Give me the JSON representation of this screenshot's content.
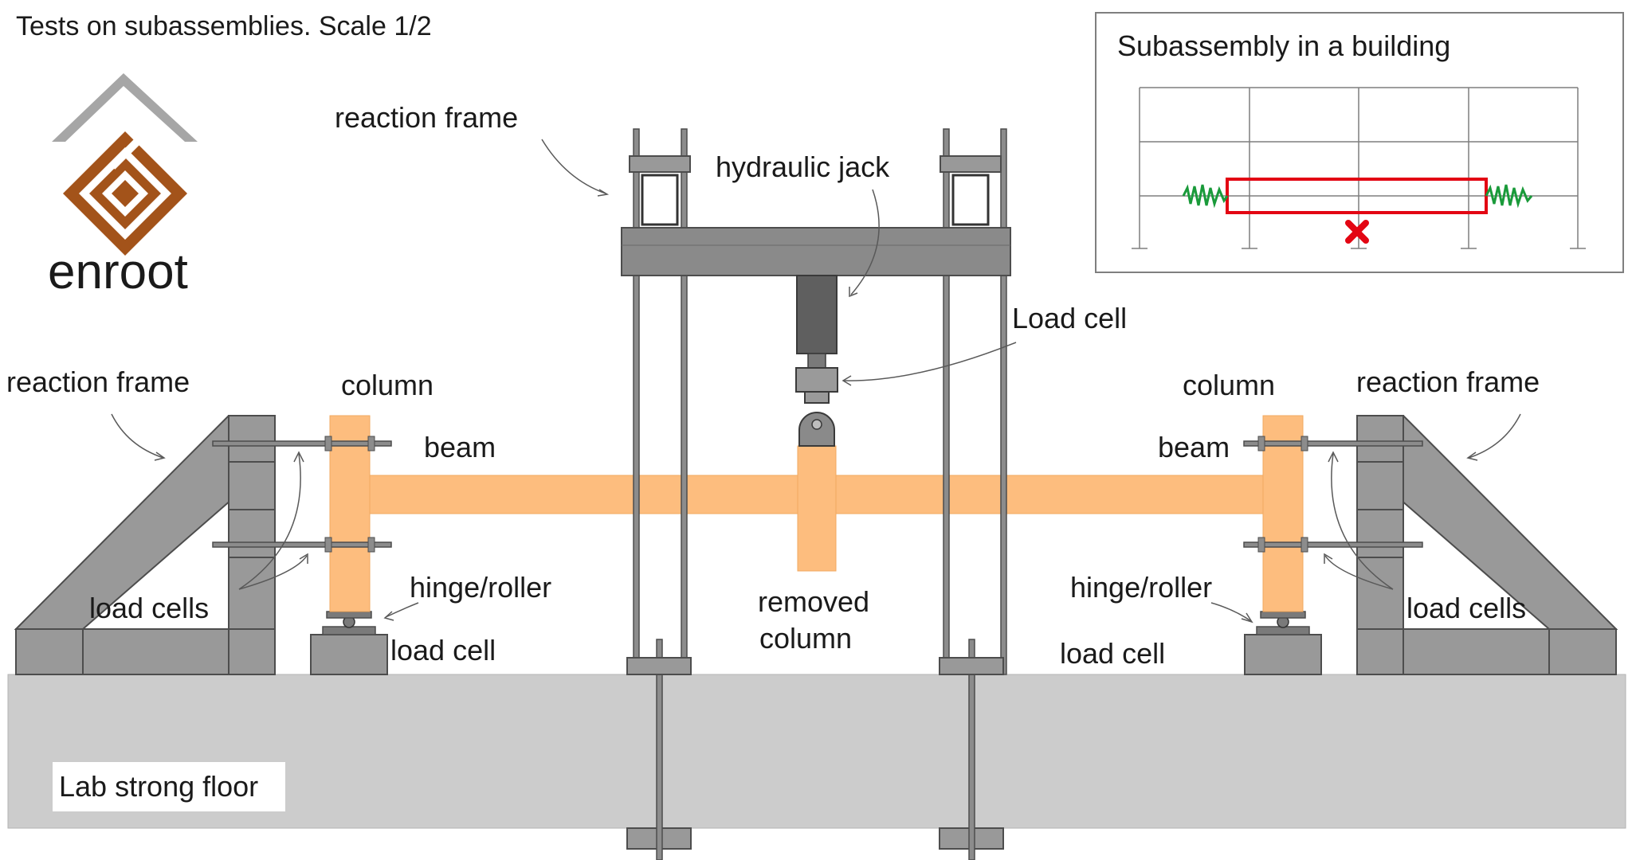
{
  "title": "Tests on subassemblies. Scale 1/2",
  "logo": {
    "text": "enroot",
    "colors": {
      "roof": "#a6a6a6",
      "brown": "#a3531a"
    }
  },
  "labels": {
    "reaction_frame_top": "reaction frame",
    "hydraulic_jack": "hydraulic jack",
    "load_cell_top": "Load cell",
    "reaction_frame_left": "reaction frame",
    "reaction_frame_right": "reaction frame",
    "column_left": "column",
    "column_right": "column",
    "beam_left": "beam",
    "beam_right": "beam",
    "load_cells_left": "load cells",
    "load_cells_right": "load cells",
    "hinge_left": "hinge/roller",
    "hinge_right": "hinge/roller",
    "load_cell_left": "load cell",
    "load_cell_right": "load cell",
    "removed_column_line1": "removed",
    "removed_column_line2": "column",
    "floor": "Lab strong floor"
  },
  "inset": {
    "title": "Subassembly in a building",
    "colors": {
      "highlight": "#e30613",
      "spring": "#1a9a3a",
      "grid": "#7f7f7f"
    }
  },
  "colors": {
    "steel": "#999999",
    "wood": "#fdbd7e",
    "floor": "#cccccc",
    "jack": "#5f5f5f"
  }
}
